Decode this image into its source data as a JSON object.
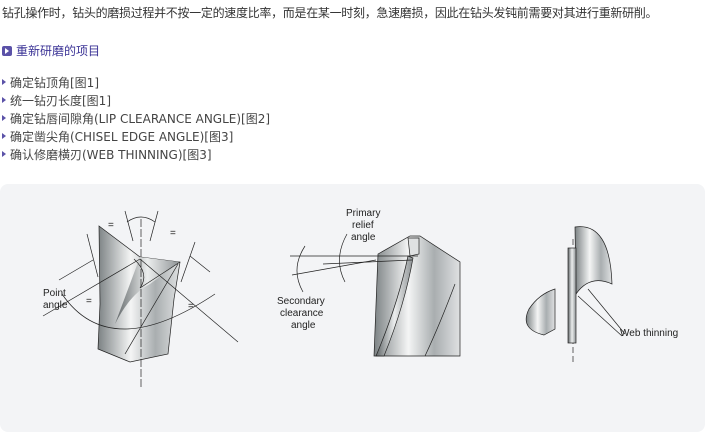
{
  "intro": "钻孔操作时，钻头的磨损过程并不按一定的速度比率，而是在某一时刻，急速磨损，因此在钻头发钝前需要对其进行重新研削。",
  "section": {
    "title": "重新研磨的项目",
    "icon": "play-square-icon"
  },
  "items": [
    "确定钻顶角[图1]",
    "统一钻刃长度[图1]",
    "确定钻唇间隙角(LIP CLEARANCE ANGLE)[图2]",
    "确定凿尖角(CHISEL EDGE ANGLE)[图3]",
    "确认修磨横刃(WEB THINNING)[图3]"
  ],
  "figures": {
    "fig1": {
      "label_line1": "Point",
      "label_line2": "angle",
      "mark": "="
    },
    "fig2": {
      "primary_1": "Primary",
      "primary_2": "relief",
      "primary_3": "angle",
      "secondary_1": "Secondary",
      "secondary_2": "clearance",
      "secondary_3": "angle"
    },
    "fig3": {
      "label": "Web thinning"
    }
  },
  "colors": {
    "accent": "#5b52a8",
    "panel": "#f3f4f6"
  }
}
